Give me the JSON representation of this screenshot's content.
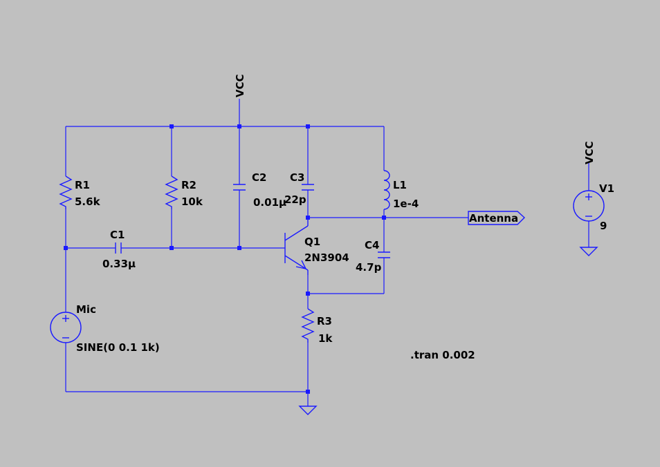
{
  "net_labels": {
    "vcc_main": "VCC",
    "vcc_source": "VCC",
    "antenna": "Antenna"
  },
  "components": {
    "R1": {
      "name": "R1",
      "value": "5.6k"
    },
    "R2": {
      "name": "R2",
      "value": "10k"
    },
    "R3": {
      "name": "R3",
      "value": "1k"
    },
    "C1": {
      "name": "C1",
      "value": "0.33µ"
    },
    "C2": {
      "name": "C2",
      "value": "0.01µ"
    },
    "C3": {
      "name": "C3",
      "value": "22p"
    },
    "C4": {
      "name": "C4",
      "value": "4.7p"
    },
    "L1": {
      "name": "L1",
      "value": "1e-4"
    },
    "Q1": {
      "name": "Q1",
      "value": "2N3904"
    },
    "Mic": {
      "name": "Mic",
      "value": "SINE(0 0.1 1k)"
    },
    "V1": {
      "name": "V1",
      "value": "9"
    }
  },
  "directive": ".tran 0.002",
  "colors": {
    "background": "#c0c0c0",
    "wire": "#1a1aff",
    "text": "#000000"
  }
}
